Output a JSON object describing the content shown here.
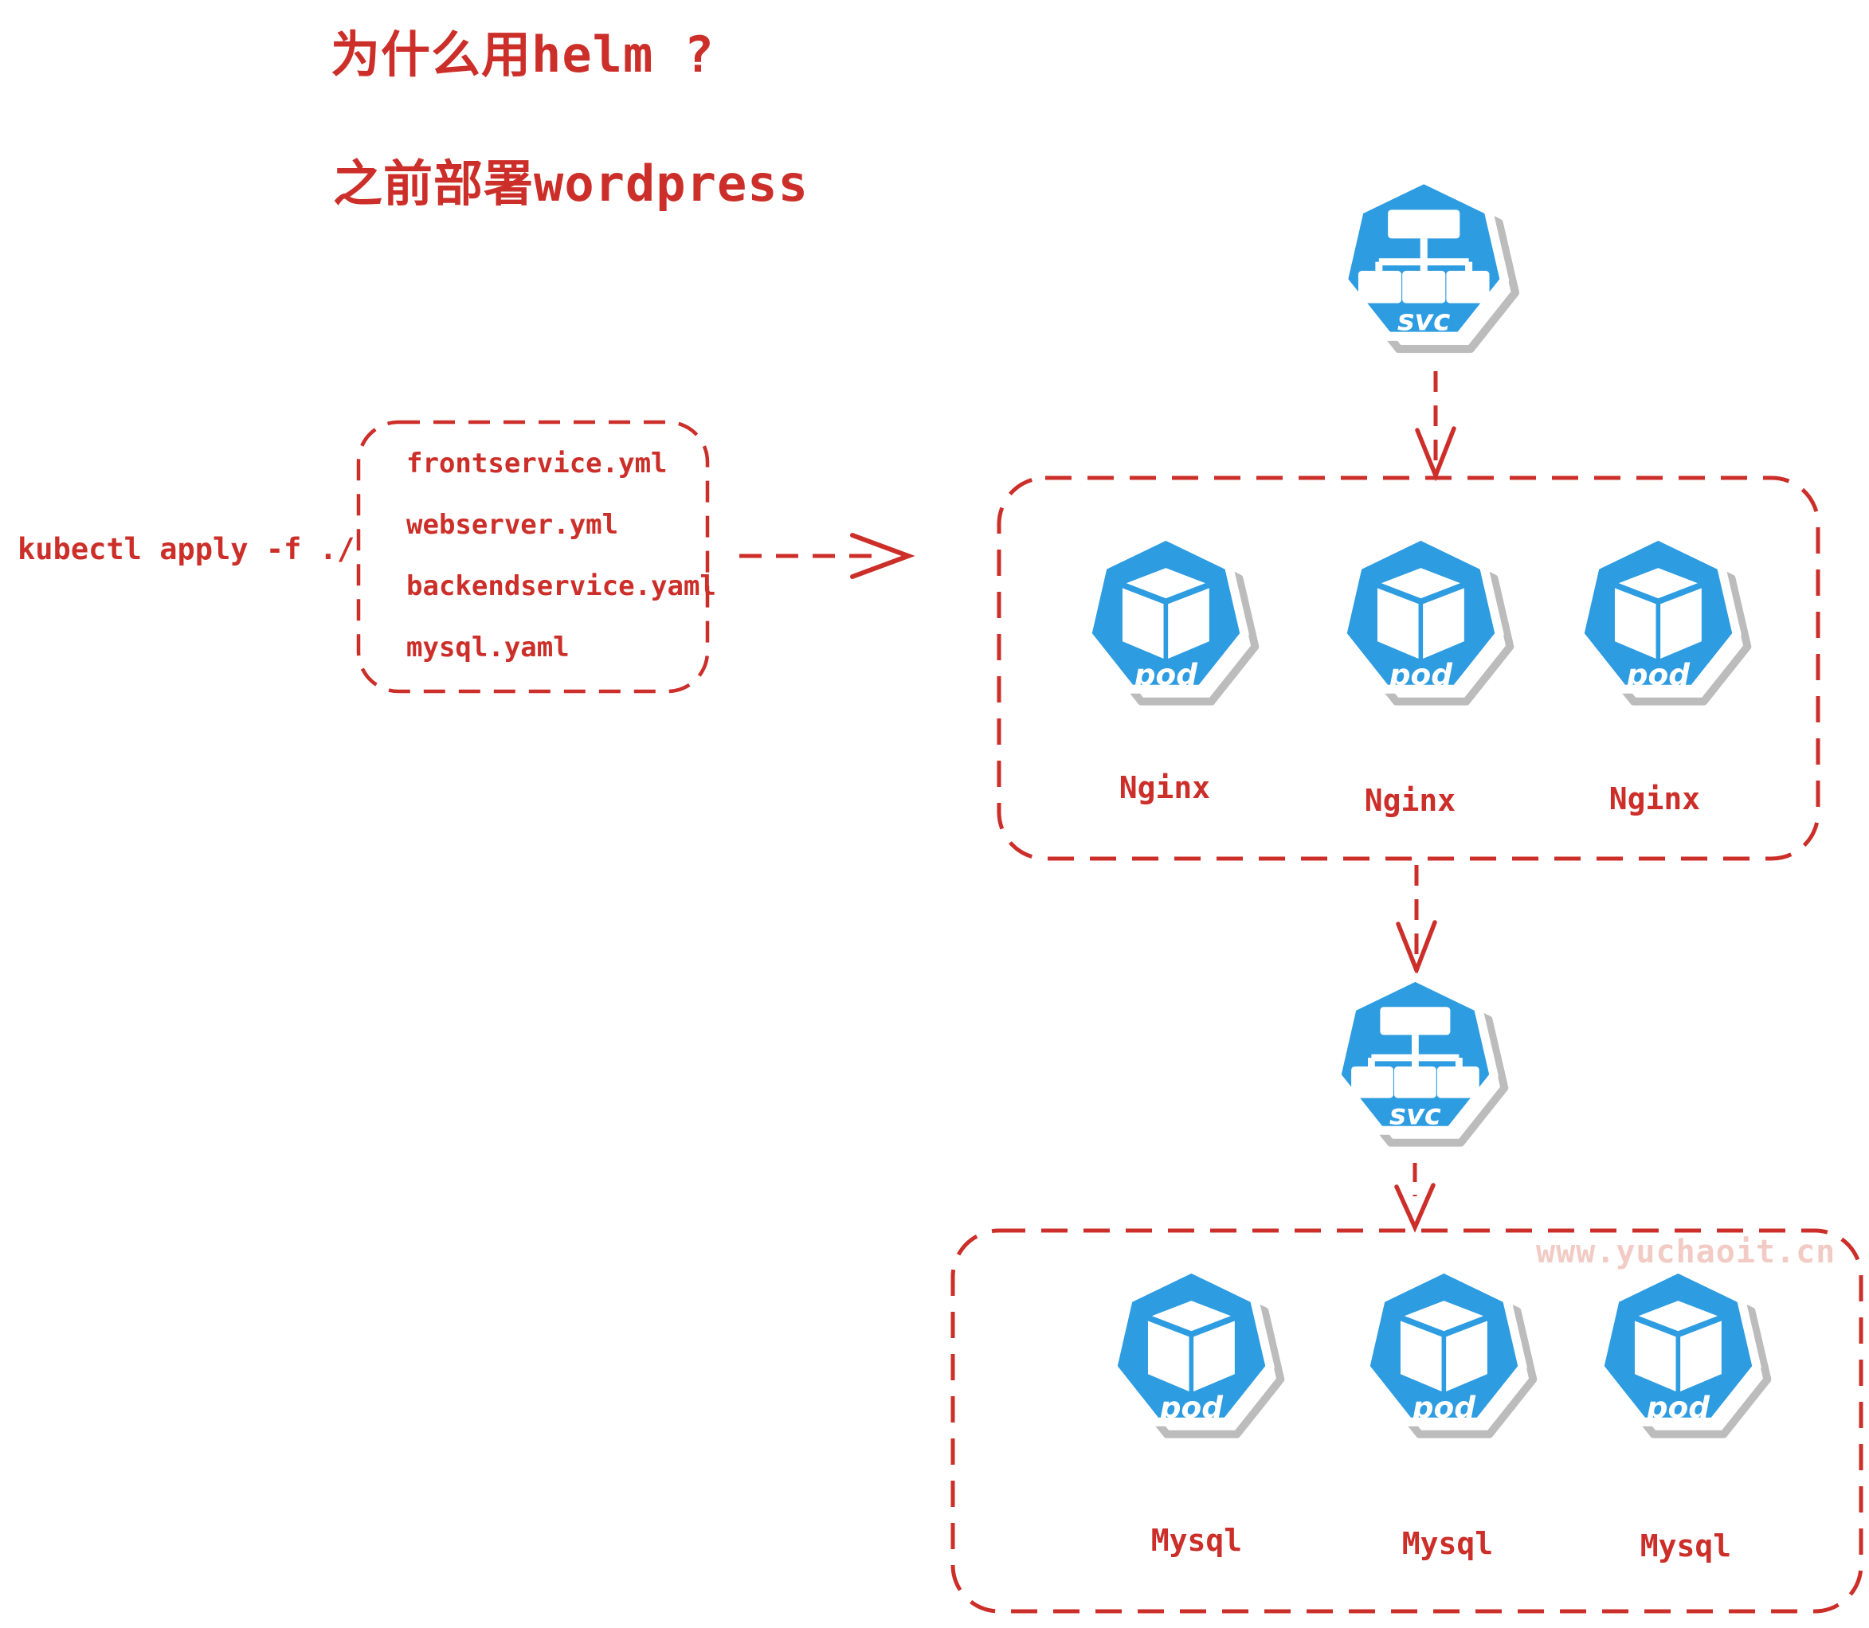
{
  "colors": {
    "red": "#cc2f29",
    "blue": "#2e9ce1",
    "shadow_gray": "#bcbcbc",
    "watermark_pink": "#f2cbc5",
    "icon_white": "#ffffff"
  },
  "heading": {
    "title": "为什么用helm ?",
    "subtitle": "之前部署wordpress"
  },
  "command": {
    "text": "kubectl apply -f ./"
  },
  "manifest_box": {
    "files": [
      "frontservice.yml",
      "webserver.yml",
      "backendservice.yaml",
      "mysql.yaml"
    ]
  },
  "icons": {
    "service_label": "svc",
    "pod_label": "pod"
  },
  "groups": {
    "nginx": {
      "labels": [
        "Nginx",
        "Nginx",
        "Nginx"
      ]
    },
    "mysql": {
      "labels": [
        "Mysql",
        "Mysql",
        "Mysql"
      ]
    }
  },
  "watermark": {
    "text": "www.yuchaoit.cn"
  }
}
